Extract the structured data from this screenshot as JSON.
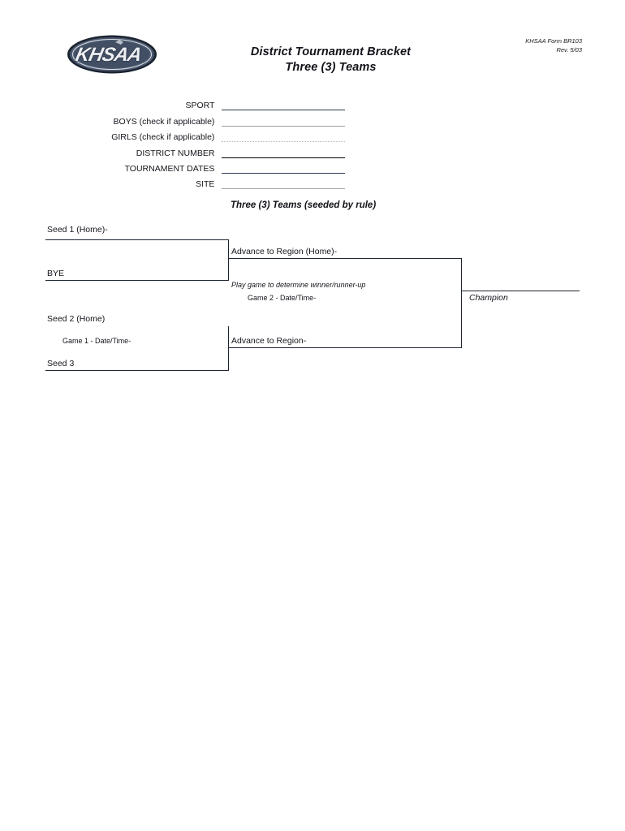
{
  "header": {
    "logo_text": "KHSAA",
    "logo_colors": {
      "ellipse": "#3d4a60",
      "ring": "#1b2330",
      "letters": "#e8eaee"
    },
    "title_line1": "District Tournament Bracket",
    "title_line2": "Three (3) Teams",
    "form_number": "KHSAA Form BR103",
    "revision": "Rev. 5/03"
  },
  "form_fields": [
    {
      "label": "SPORT",
      "value": "",
      "line_style": "line-navy"
    },
    {
      "label": "BOYS (check if applicable)",
      "value": "",
      "line_style": "line-gray"
    },
    {
      "label": "GIRLS (check if applicable)",
      "value": "",
      "line_style": "line-dotted"
    },
    {
      "label": "DISTRICT NUMBER",
      "value": "",
      "line_style": "line-black"
    },
    {
      "label": "TOURNAMENT DATES",
      "value": "",
      "line_style": "line-navy"
    },
    {
      "label": "SITE",
      "value": "",
      "line_style": "line-gray2"
    }
  ],
  "bracket": {
    "subtitle": "Three (3) Teams (seeded by rule)",
    "seed1": "Seed 1 (Home)-",
    "bye": "BYE",
    "seed2": "Seed 2 (Home)",
    "game1": "Game 1 - Date/Time-",
    "seed3": "Seed 3",
    "advance_home": "Advance to Region (Home)-",
    "play_game_note": "Play game to determine winner/runner-up",
    "game2": "Game 2 - Date/Time-",
    "advance": "Advance to Region-",
    "champion": "Champion"
  }
}
